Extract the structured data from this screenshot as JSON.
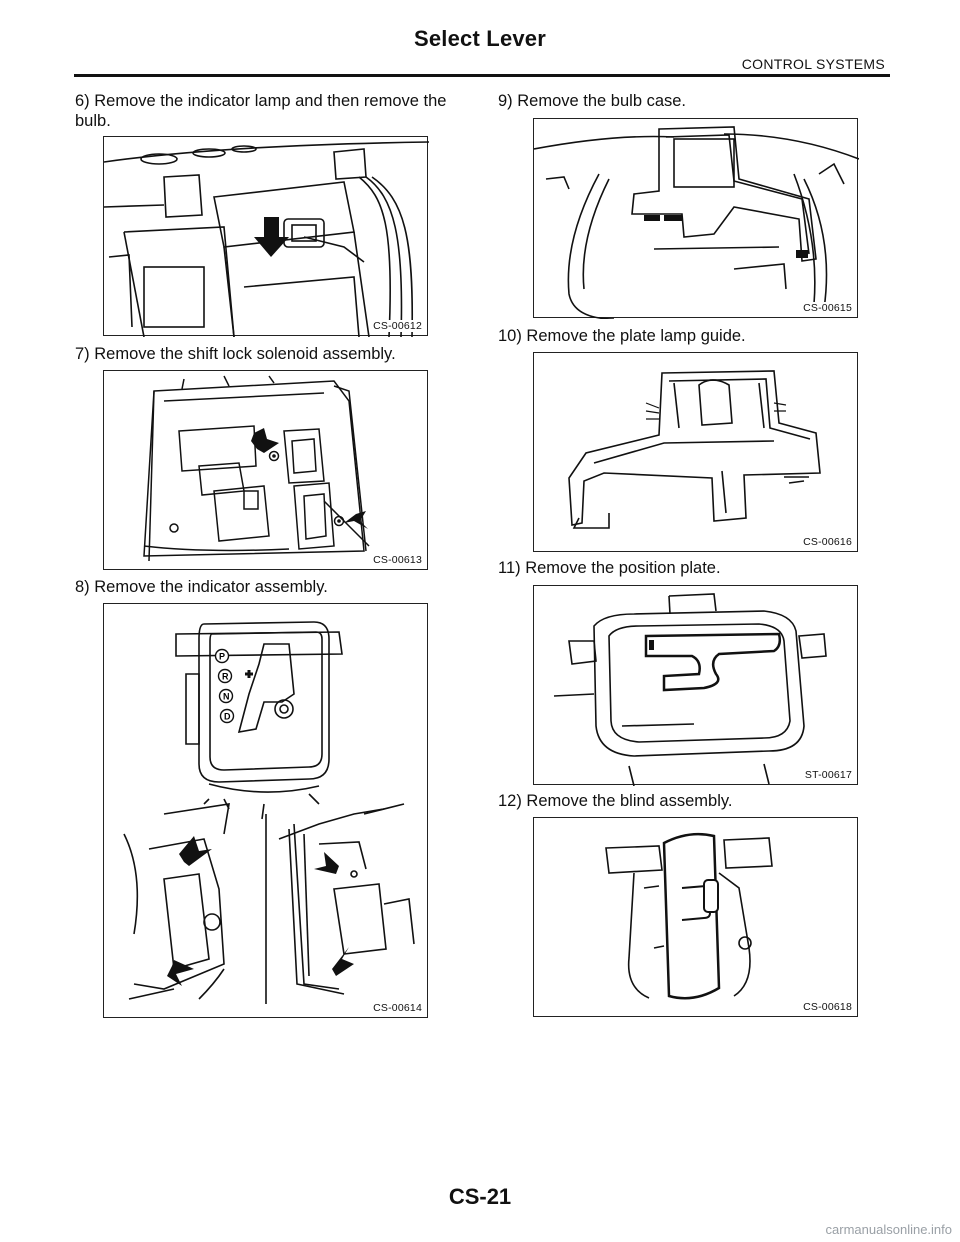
{
  "header": {
    "title": "Select Lever",
    "section": "CONTROL SYSTEMS"
  },
  "steps": {
    "s6": "6) Remove the indicator lamp and then remove the bulb.",
    "s7": "7) Remove the shift lock solenoid assembly.",
    "s8": "8) Remove the indicator assembly.",
    "s9": "9) Remove the bulb case.",
    "s10": "10) Remove the plate lamp guide.",
    "s11": "11) Remove the position plate.",
    "s12": "12) Remove the blind assembly."
  },
  "figures": {
    "f1": "CS-00612",
    "f2": "CS-00613",
    "f3": "CS-00614",
    "f4": "CS-00615",
    "f5": "CS-00616",
    "f6": "ST-00617",
    "f7": "CS-00618"
  },
  "gear_positions": [
    "P",
    "R",
    "N",
    "D"
  ],
  "footer": {
    "page_number": "CS-21",
    "watermark": "carmanualsonline.info"
  }
}
